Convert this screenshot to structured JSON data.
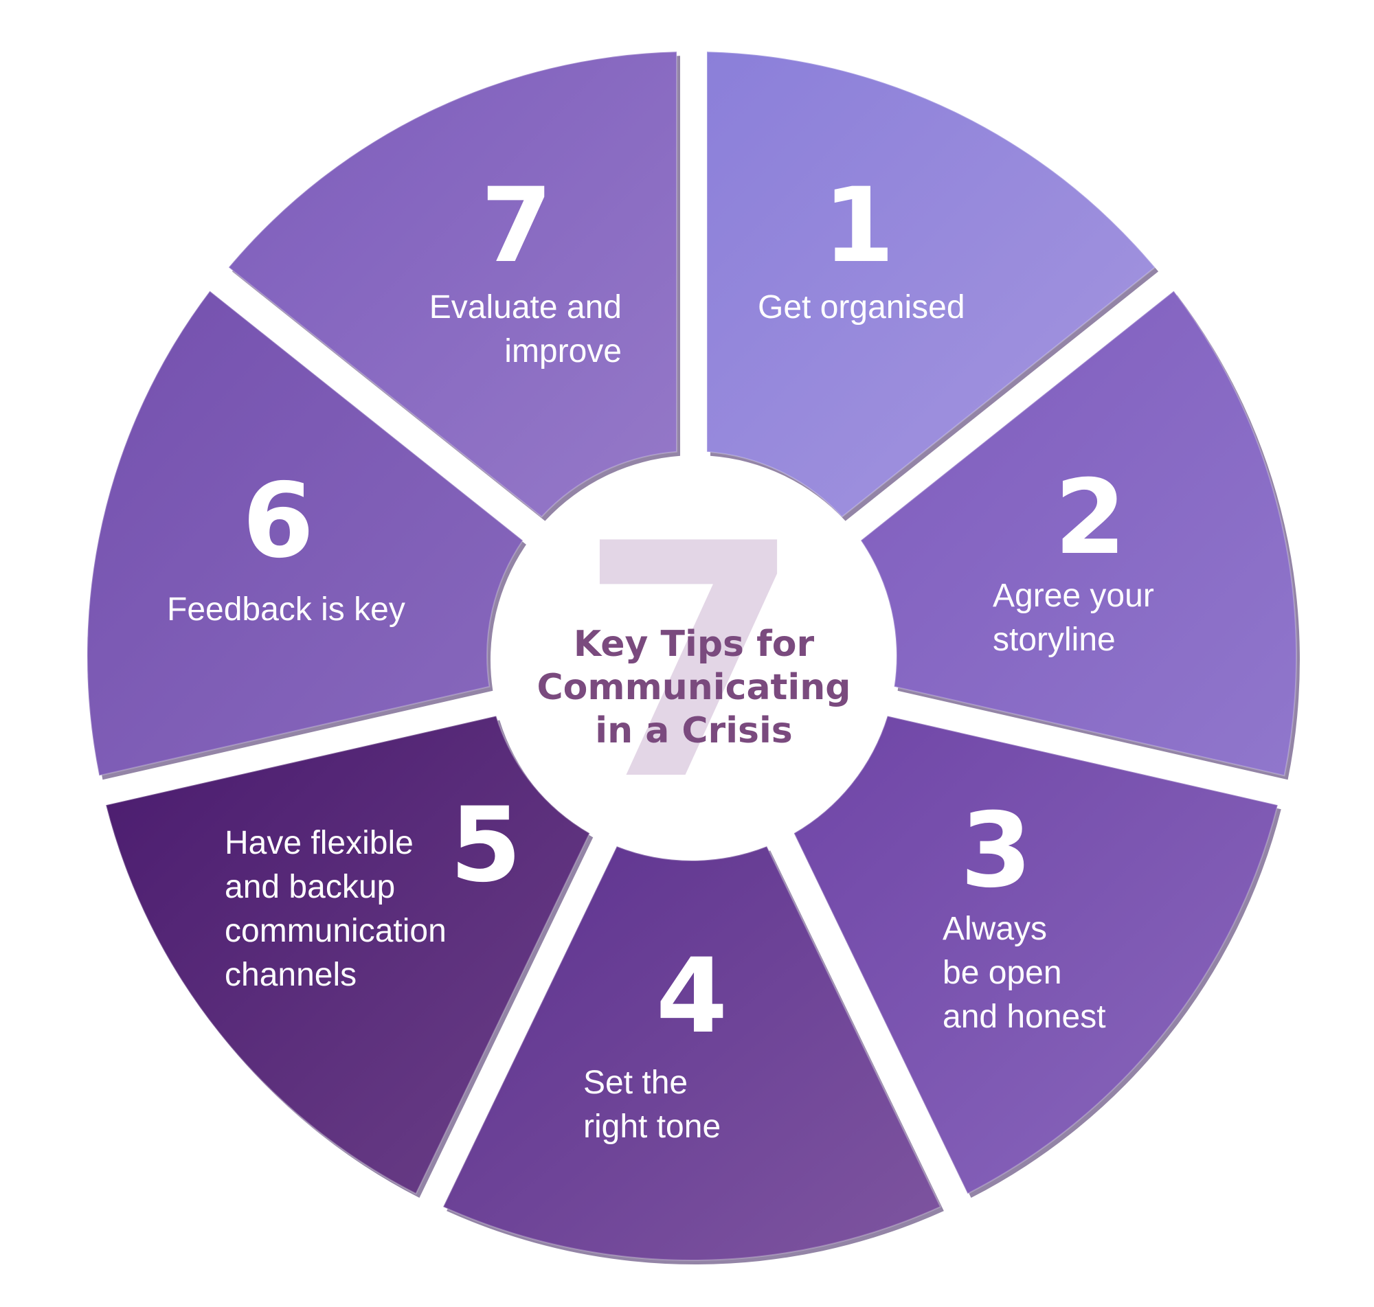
{
  "center": {
    "big_number": "7",
    "title_lines": [
      "Key Tips for",
      "Communicating",
      "in a Crisis"
    ]
  },
  "tips": [
    {
      "number": "1",
      "lines": [
        "Get organised"
      ]
    },
    {
      "number": "2",
      "lines": [
        "Agree your",
        "storyline"
      ]
    },
    {
      "number": "3",
      "lines": [
        "Always",
        "be open",
        "and honest"
      ]
    },
    {
      "number": "4",
      "lines": [
        "Set the",
        "right tone"
      ]
    },
    {
      "number": "5",
      "lines": [
        "Have flexible",
        "and backup",
        "communication",
        "channels"
      ]
    },
    {
      "number": "6",
      "lines": [
        "Feedback is key"
      ]
    },
    {
      "number": "7",
      "lines": [
        "Evaluate and",
        "improve"
      ]
    }
  ],
  "colors": {
    "tip1": [
      "#8b7fd9",
      "#a596df"
    ],
    "tip2": [
      "#7f5bbc",
      "#9077cc"
    ],
    "tip3": [
      "#6f45a6",
      "#8a68bd"
    ],
    "tip4": [
      "#5d3290",
      "#7e559f"
    ],
    "tip5": [
      "#4a1b6e",
      "#6b4088"
    ],
    "tip6": [
      "#7450ae",
      "#8869bd"
    ],
    "tip7": [
      "#7d5cbb",
      "#9579c8"
    ],
    "title": "#7a4a7e",
    "big_number": "#e3d6e6"
  }
}
